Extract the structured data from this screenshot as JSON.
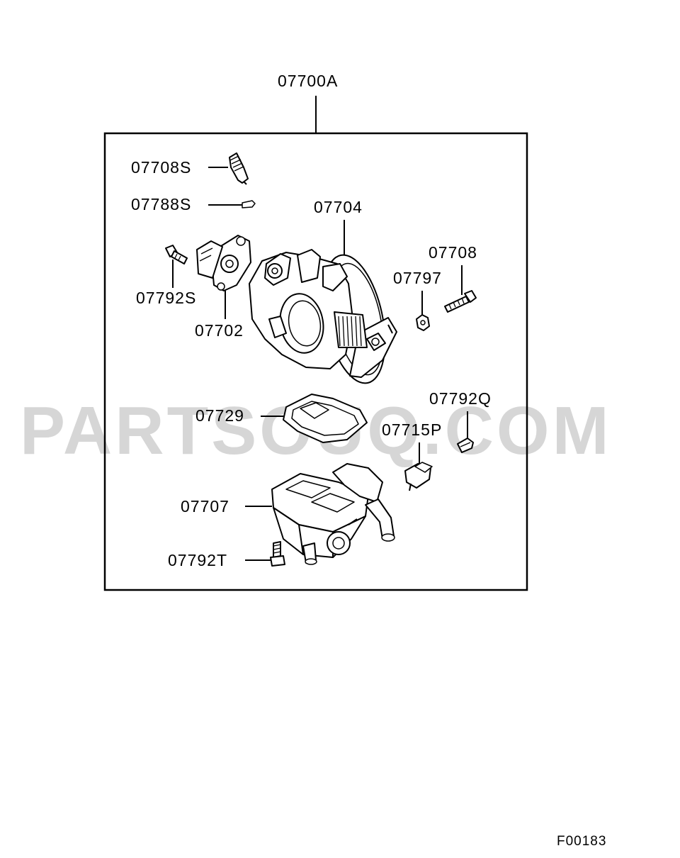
{
  "assembly": {
    "label": "07700A"
  },
  "parts": {
    "p07708S": {
      "label": "07708S",
      "icon": "sensor-plug-icon"
    },
    "p07788S": {
      "label": "07788S",
      "icon": "small-pin-icon"
    },
    "p07704": {
      "label": "07704",
      "icon": "throttle-body-icon"
    },
    "p07708": {
      "label": "07708",
      "icon": "screw-icon"
    },
    "p07797": {
      "label": "07797",
      "icon": "nut-icon"
    },
    "p07792S": {
      "label": "07792S",
      "icon": "bolt-icon"
    },
    "p07702": {
      "label": "07702",
      "icon": "throttle-position-sensor-icon"
    },
    "p07792Q": {
      "label": "07792Q",
      "icon": "bolt-icon"
    },
    "p07729": {
      "label": "07729",
      "icon": "gasket-icon"
    },
    "p07715P": {
      "label": "07715P",
      "icon": "bracket-icon"
    },
    "p07707": {
      "label": "07707",
      "icon": "throttle-housing-icon"
    },
    "p07792T": {
      "label": "07792T",
      "icon": "bolt-icon"
    }
  },
  "watermark": "PARTSOUQ.COM",
  "figure_code": "F00183"
}
